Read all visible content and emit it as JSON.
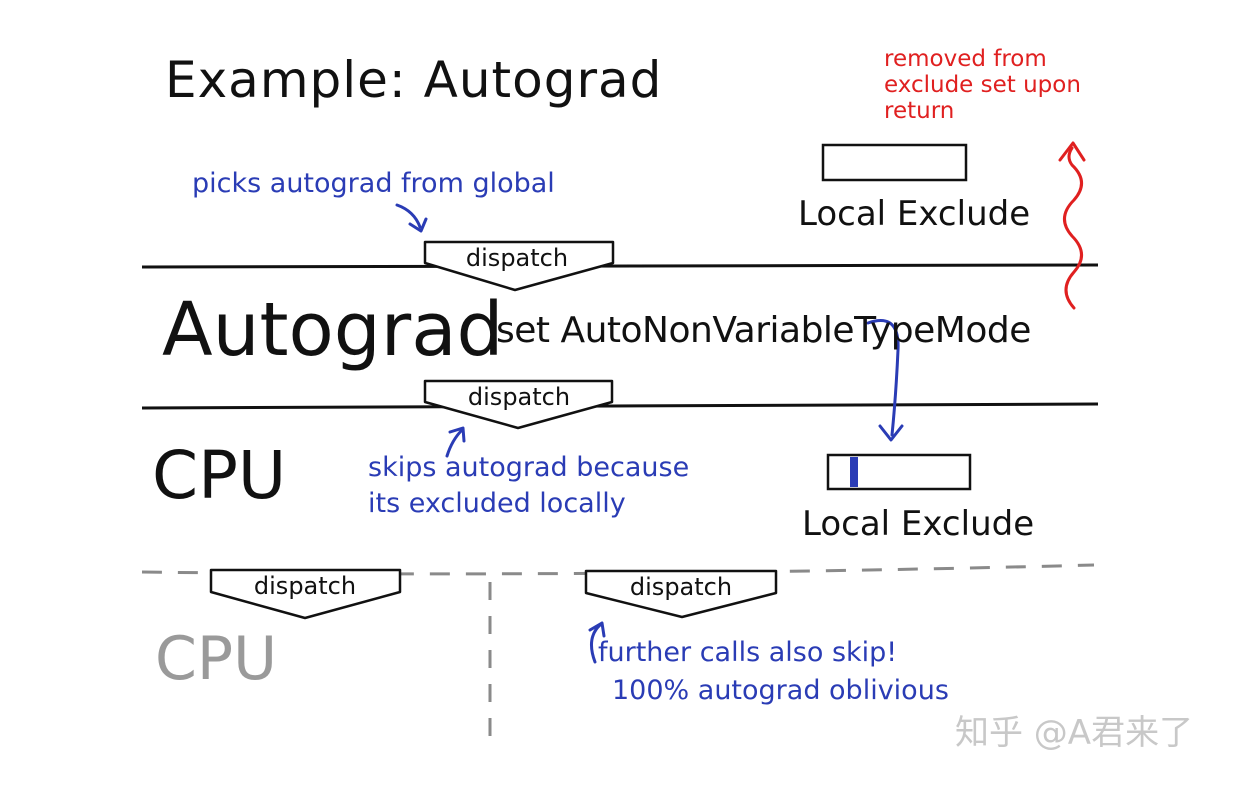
{
  "title": "Example: Autograd",
  "layers": {
    "autograd": "Autograd",
    "cpu": "CPU",
    "cpu_lower": "CPU"
  },
  "set_mode_text": "set AutoNonVariableTypeMode",
  "dispatch_label": "dispatch",
  "local_exclude_label": "Local Exclude",
  "annotations": {
    "picks_global": "picks autograd from global",
    "skips_line1": "skips autograd because",
    "skips_line2": "its excluded locally",
    "further_line1": "further calls also skip!",
    "further_line2": "100% autograd oblivious",
    "removed_line1": "removed from",
    "removed_line2": "exclude set upon",
    "removed_line3": "return"
  },
  "watermark": "知乎 @A君来了",
  "colors": {
    "ink": "#111111",
    "annotation_blue": "#2a3cb5",
    "annotation_red": "#e02020",
    "faded_gray": "#9a9a9a",
    "dashed_gray": "#8a8a8a"
  }
}
